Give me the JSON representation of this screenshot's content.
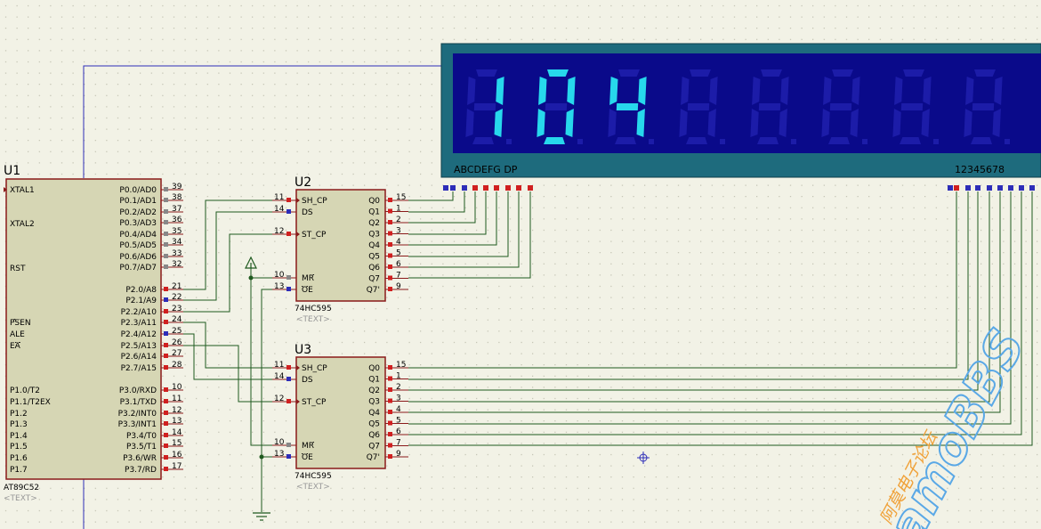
{
  "u1": {
    "ref": "U1",
    "part": "AT89C52",
    "text": "<TEXT>",
    "left_pins": [
      "XTAL1",
      "XTAL2",
      "RST",
      "PSEN",
      "ALE",
      "EA",
      "P1.0/T2",
      "P1.1/T2EX",
      "P1.2",
      "P1.3",
      "P1.4",
      "P1.5",
      "P1.6",
      "P1.7"
    ],
    "right_labels": [
      "P0.0/AD0",
      "P0.1/AD1",
      "P0.2/AD2",
      "P0.3/AD3",
      "P0.4/AD4",
      "P0.5/AD5",
      "P0.6/AD6",
      "P0.7/AD7",
      "P2.0/A8",
      "P2.1/A9",
      "P2.2/A10",
      "P2.3/A11",
      "P2.4/A12",
      "P2.5/A13",
      "P2.6/A14",
      "P2.7/A15",
      "P3.0/RXD",
      "P3.1/TXD",
      "P3.2/INT0",
      "P3.3/INT1",
      "P3.4/T0",
      "P3.5/T1",
      "P3.6/WR",
      "P3.7/RD"
    ],
    "right_nums": [
      "39",
      "38",
      "37",
      "36",
      "35",
      "34",
      "33",
      "32",
      "21",
      "22",
      "23",
      "24",
      "25",
      "26",
      "27",
      "28",
      "10",
      "11",
      "12",
      "13",
      "14",
      "15",
      "16",
      "17"
    ]
  },
  "u2": {
    "ref": "U2",
    "part": "74HC595",
    "text": "<TEXT>"
  },
  "u3": {
    "ref": "U3",
    "part": "74HC595",
    "text": "<TEXT>"
  },
  "hc595": {
    "left_labels": [
      "SH_CP",
      "DS",
      "ST_CP",
      "MR",
      "OE"
    ],
    "left_nums": [
      "11",
      "14",
      "12",
      "10",
      "13"
    ],
    "right_labels": [
      "Q0",
      "Q1",
      "Q2",
      "Q3",
      "Q4",
      "Q5",
      "Q6",
      "Q7",
      "Q7'"
    ],
    "right_nums": [
      "15",
      "1",
      "2",
      "3",
      "4",
      "5",
      "6",
      "7",
      "9"
    ]
  },
  "display": {
    "digits": [
      "1",
      "0",
      "4",
      "",
      "",
      "",
      "",
      ""
    ],
    "segment_label": "ABCDEFG DP",
    "digit_label": "12345678",
    "bezel_color": "#1e6b7d",
    "panel_color": "#0a0a8a",
    "lit_color": "#27d8ec",
    "off_color": "#1c1ca8"
  },
  "watermark": {
    "cn": "阿莫电子论坛",
    "brand": "amoBBS"
  },
  "colors": {
    "wire": "#1f5a1f",
    "chip_fill": "#d6d6b4",
    "chip_border": "#8a1a1a",
    "blue_wire": "#2d2db8"
  }
}
